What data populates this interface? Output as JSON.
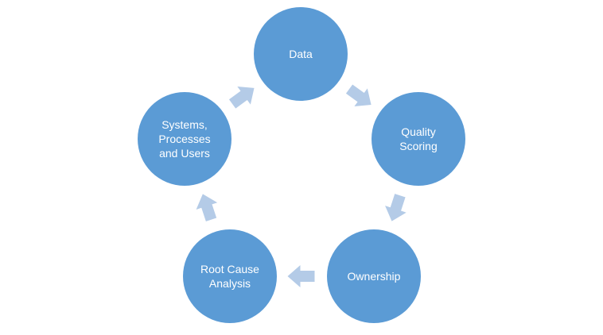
{
  "diagram": {
    "type": "cycle",
    "colors": {
      "node_fill": "#5b9bd5",
      "arrow_fill": "#b4cbe7",
      "text": "#ffffff",
      "background": "#ffffff"
    },
    "nodes": [
      {
        "id": "data",
        "lines": [
          "Data"
        ]
      },
      {
        "id": "quality-scoring",
        "lines": [
          "Quality",
          "Scoring"
        ]
      },
      {
        "id": "ownership",
        "lines": [
          "Ownership"
        ]
      },
      {
        "id": "root-cause-analysis",
        "lines": [
          "Root Cause",
          "Analysis"
        ]
      },
      {
        "id": "systems-processes-users",
        "lines": [
          "Systems,",
          "Processes",
          "and Users"
        ]
      }
    ],
    "edges": [
      {
        "from": "data",
        "to": "quality-scoring"
      },
      {
        "from": "quality-scoring",
        "to": "ownership"
      },
      {
        "from": "ownership",
        "to": "root-cause-analysis"
      },
      {
        "from": "root-cause-analysis",
        "to": "systems-processes-users"
      },
      {
        "from": "systems-processes-users",
        "to": "data"
      }
    ]
  }
}
